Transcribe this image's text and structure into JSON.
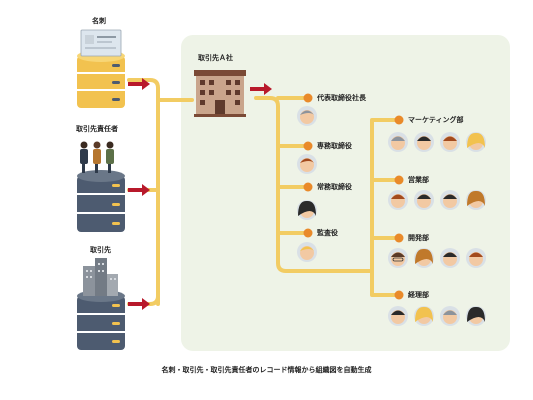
{
  "sources": {
    "business_card": "名刺",
    "contact_person": "取引先責任者",
    "account": "取引先"
  },
  "company": {
    "name": "取引先Ａ社"
  },
  "executives": [
    {
      "title": "代表取締役社長"
    },
    {
      "title": "専務取締役"
    },
    {
      "title": "常務取締役"
    },
    {
      "title": "監査役"
    }
  ],
  "departments": [
    {
      "name": "マーケティング部"
    },
    {
      "name": "営業部"
    },
    {
      "name": "開発部"
    },
    {
      "name": "経理部"
    }
  ],
  "caption": "名刺・取引先・取引先責任者のレコード情報から組織図を自動生成",
  "colors": {
    "panel": "#EEF3E7",
    "connector": "#F2CC63",
    "node_dot": "#E98A2A",
    "arrow": "#B8192B",
    "db_gold": "#F2C24F",
    "db_slate": "#4D5B70",
    "db_gray": "#8C939C"
  },
  "icons": [
    "business-card-icon",
    "people-group-icon",
    "city-buildings-icon",
    "building-icon",
    "person-avatar-icon",
    "database-icon",
    "arrow-right-icon"
  ]
}
